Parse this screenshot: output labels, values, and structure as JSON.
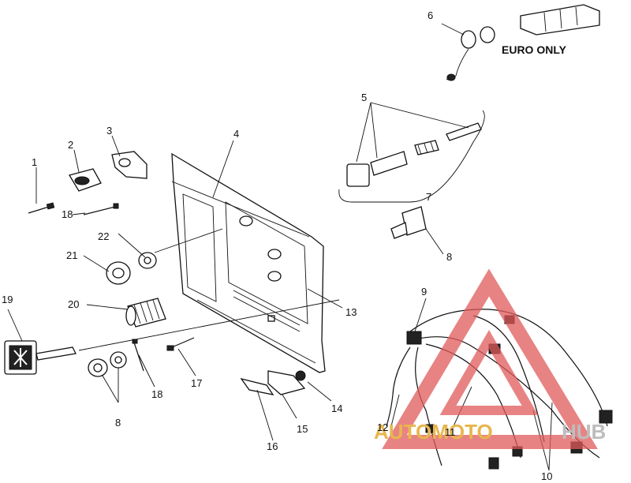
{
  "callouts": [
    {
      "id": "c1",
      "label": "1"
    },
    {
      "id": "c2",
      "label": "2"
    },
    {
      "id": "c3",
      "label": "3"
    },
    {
      "id": "c4",
      "label": "4"
    },
    {
      "id": "c5",
      "label": "5"
    },
    {
      "id": "c6",
      "label": "6"
    },
    {
      "id": "c7",
      "label": "7"
    },
    {
      "id": "c8a",
      "label": "8"
    },
    {
      "id": "c8b",
      "label": "8"
    },
    {
      "id": "c9",
      "label": "9"
    },
    {
      "id": "c10",
      "label": "10"
    },
    {
      "id": "c11",
      "label": "11"
    },
    {
      "id": "c12",
      "label": "12"
    },
    {
      "id": "c13",
      "label": "13"
    },
    {
      "id": "c14",
      "label": "14"
    },
    {
      "id": "c15",
      "label": "15"
    },
    {
      "id": "c16",
      "label": "16"
    },
    {
      "id": "c17",
      "label": "17"
    },
    {
      "id": "c18a",
      "label": "18"
    },
    {
      "id": "c18b",
      "label": "18"
    },
    {
      "id": "c19",
      "label": "19"
    },
    {
      "id": "c20",
      "label": "20"
    },
    {
      "id": "c21",
      "label": "21"
    },
    {
      "id": "c22",
      "label": "22"
    }
  ],
  "note": "EURO ONLY",
  "watermark": {
    "part_a": "AUTOMOTO",
    "part_b": "HUB",
    "color_a": "#e8b64e",
    "color_b": "#bdbdbd",
    "triangle_color": "#e05a5a"
  }
}
